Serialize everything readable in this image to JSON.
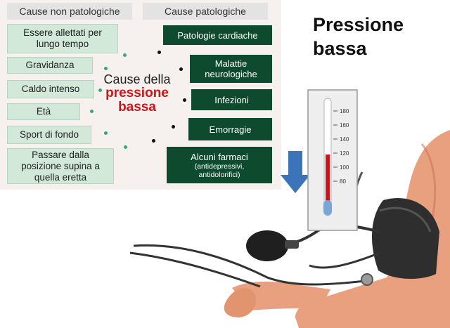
{
  "headers": {
    "non_pathological": "Cause non patologiche",
    "pathological": "Cause patologiche"
  },
  "non_pathological_causes": [
    {
      "lines": [
        "Essere allettati per",
        "lungo tempo"
      ]
    },
    {
      "lines": [
        "Gravidanza"
      ]
    },
    {
      "lines": [
        "Caldo intenso"
      ]
    },
    {
      "lines": [
        "Età"
      ]
    },
    {
      "lines": [
        "Sport di fondo"
      ]
    },
    {
      "lines": [
        "Passare dalla",
        "posizione supina a",
        "quella eretta"
      ]
    }
  ],
  "pathological_causes": [
    {
      "lines": [
        "Patologie cardiache"
      ]
    },
    {
      "lines": [
        "Malattie",
        "neurologiche"
      ]
    },
    {
      "lines": [
        "Infezioni"
      ]
    },
    {
      "lines": [
        "Emorragie"
      ]
    },
    {
      "lines": [
        "Alcuni farmaci"
      ],
      "sub": [
        "(antidepressivi,",
        "antidolorifici)"
      ]
    }
  ],
  "center": {
    "line1": "Cause della",
    "line2": "pressione",
    "line3": "bassa"
  },
  "title": {
    "line1": "Pressione",
    "line2": "bassa"
  },
  "thermometer": {
    "ticks": [
      "180",
      "160",
      "140",
      "120",
      "100",
      "80"
    ]
  },
  "colors": {
    "non_pathological_box": "#d2e8d9",
    "pathological_box": "#0d4a2e",
    "accent_red": "#c8161d",
    "arrow_blue": "#3b74b8"
  }
}
